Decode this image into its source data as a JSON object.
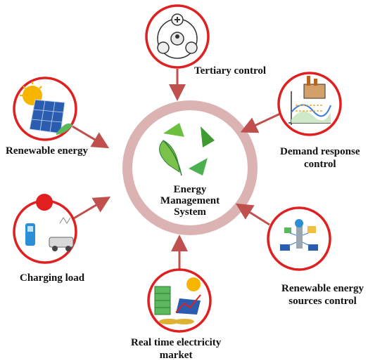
{
  "center": {
    "line1": "Energy",
    "line2": "Management",
    "line3": "System"
  },
  "nodes": {
    "tertiary": {
      "label": "Tertiary control"
    },
    "renewable": {
      "label": "Renewable energy"
    },
    "demand": {
      "line1": "Demand response",
      "line2": "control"
    },
    "charging": {
      "label": "Charging load"
    },
    "sources": {
      "line1": "Renewable energy",
      "line2": "sources control"
    },
    "market": {
      "line1": "Real time electricity",
      "line2": "market"
    }
  },
  "colors": {
    "ring": "#dcb3b3",
    "node_border": "#e02020",
    "arrow": "#c0504d",
    "leaf": "#4caf50"
  }
}
